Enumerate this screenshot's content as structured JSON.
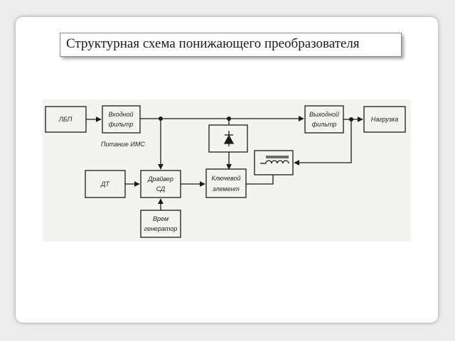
{
  "title": "Структурная схема понижающего преобразователя",
  "diagram": {
    "blocks": {
      "lbp": "ЛБП",
      "input_filter": [
        "Входной",
        "фильтр"
      ],
      "output_filter": [
        "Выходной",
        "фильтр"
      ],
      "load": "Нагрузка",
      "dt": "ДТ",
      "driver": [
        "Драйвер",
        "СД"
      ],
      "key": [
        "Ключевой",
        "элемент"
      ],
      "generator": [
        "Врем",
        "генератор"
      ]
    },
    "labels": {
      "power_ims": "Питание ИМС"
    },
    "components": [
      "diode-icon",
      "inductor-icon"
    ],
    "colors": {
      "line": "#1a1a1a",
      "diagram_background": "#f3f3ef"
    }
  }
}
